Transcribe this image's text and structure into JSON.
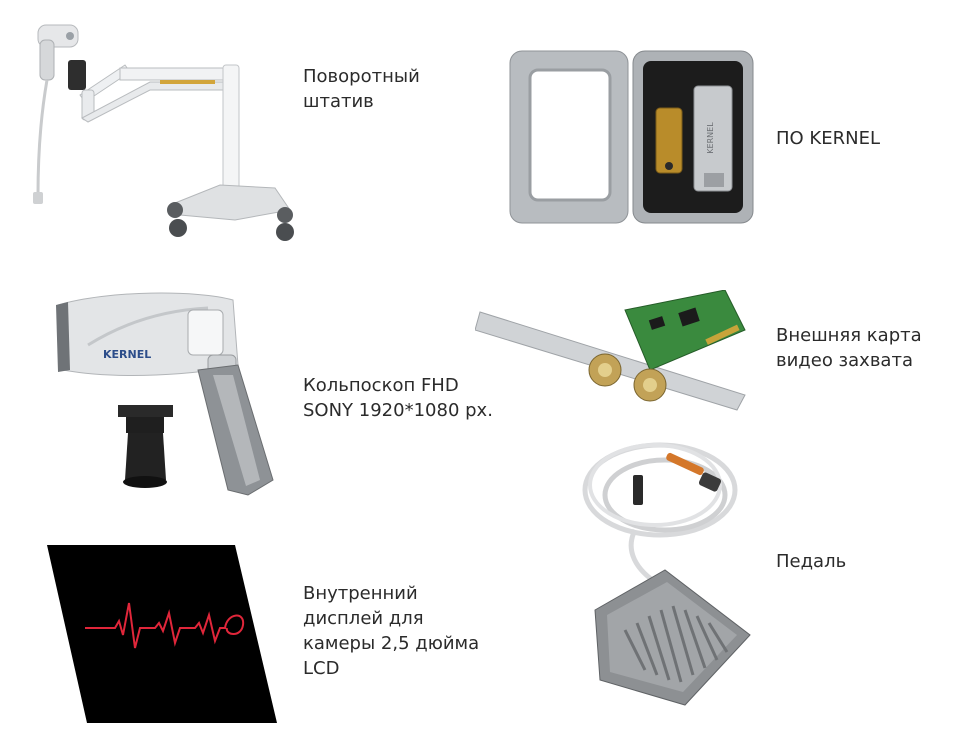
{
  "items": {
    "stand": {
      "icon": "rotating-stand-icon",
      "label_lines": [
        "Поворотный",
        "штатив"
      ]
    },
    "software": {
      "icon": "usb-software-tin-icon",
      "label_lines": [
        "ПО KERNEL"
      ],
      "usb_text": "KERNEL"
    },
    "colposcope": {
      "icon": "colposcope-camera-icon",
      "label_lines": [
        "Кольпоскоп FHD",
        "SONY 1920*1080 px."
      ],
      "brand_text": "KERNEL"
    },
    "capture_card": {
      "icon": "video-capture-card-icon",
      "label_lines": [
        "Внешняя карта",
        "видео захвата"
      ]
    },
    "pedal": {
      "icon": "foot-pedal-icon",
      "label_lines": [
        "Педаль"
      ]
    },
    "display": {
      "icon": "heartbeat-display-icon",
      "label_lines": [
        "Внутренний",
        "дисплей для",
        "камеры 2,5 дюйма",
        "LCD"
      ]
    }
  },
  "colors": {
    "text": "#2b2b2b",
    "display_bg": "#000000",
    "heartbeat": "#e0263a",
    "pcb": "#3a8a3e",
    "cable_accent": "#d4772a"
  }
}
